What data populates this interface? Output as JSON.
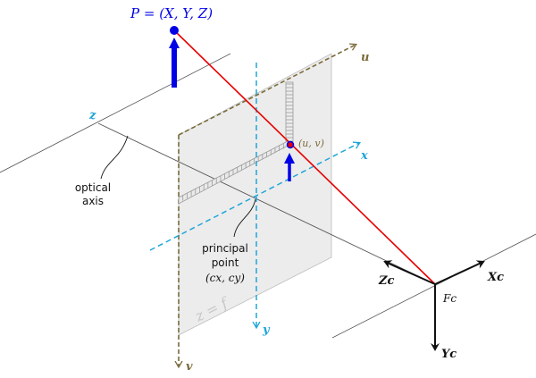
{
  "colors": {
    "blue": "#0000e6",
    "cyan": "#1ea5d8",
    "olive": "#7a6b3a",
    "red": "#e60000",
    "black": "#111111",
    "plane_fill": "#e9e9e9",
    "plane_edge": "#bdbdbd",
    "plane_label": "#c8c8c8",
    "ruler": "#9a9a9a"
  },
  "labels": {
    "point": "P = (X, Y, Z)",
    "image_point": "(u, v)",
    "axis_u": "u",
    "axis_v": "v",
    "axis_x": "x",
    "axis_y": "y",
    "axis_z": "z",
    "optical_axis_line1": "optical",
    "optical_axis_line2": "axis",
    "principal_line1": "principal",
    "principal_line2": "point",
    "principal_line3": "(cx, cy)",
    "plane_eq": "z = f",
    "cam_z": "Zc",
    "cam_x": "Xc",
    "cam_y": "Yc",
    "cam_frame": "Fc"
  }
}
